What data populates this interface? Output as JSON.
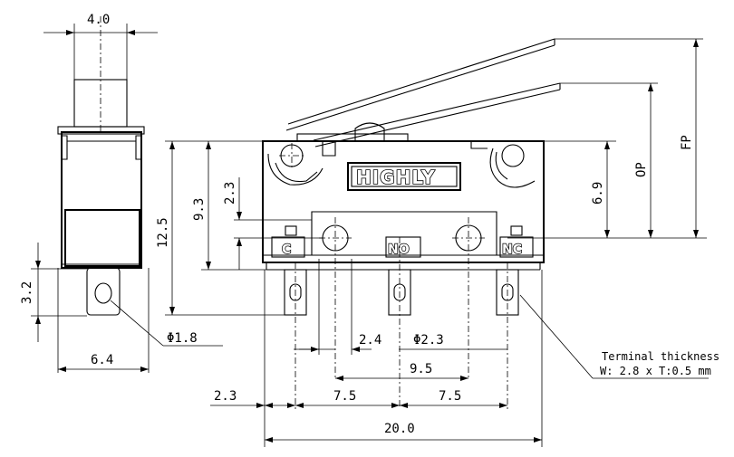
{
  "dimensions": {
    "side_width_top": "4.0",
    "side_pin": "3.2",
    "side_width_bottom": "6.4",
    "hole_dia": "Φ1.8",
    "height_total": "12.5",
    "height_9_3": "9.3",
    "height_2_3": "2.3",
    "pitch_2_4": "2.4",
    "hole_dia_2": "Φ2.3",
    "hole_spacing": "9.5",
    "offset_2_3": "2.3",
    "pitch_left": "7.5",
    "pitch_right": "7.5",
    "length_total": "20.0",
    "height_6_9": "6.9",
    "op_label": "OP",
    "fp_label": "FP"
  },
  "labels": {
    "brand": "HIGHLY",
    "terminal_c": "C",
    "terminal_no": "NO",
    "terminal_nc": "NC",
    "note_line1": "Terminal thickness",
    "note_line2": "W: 2.8 x T:0.5 mm"
  }
}
